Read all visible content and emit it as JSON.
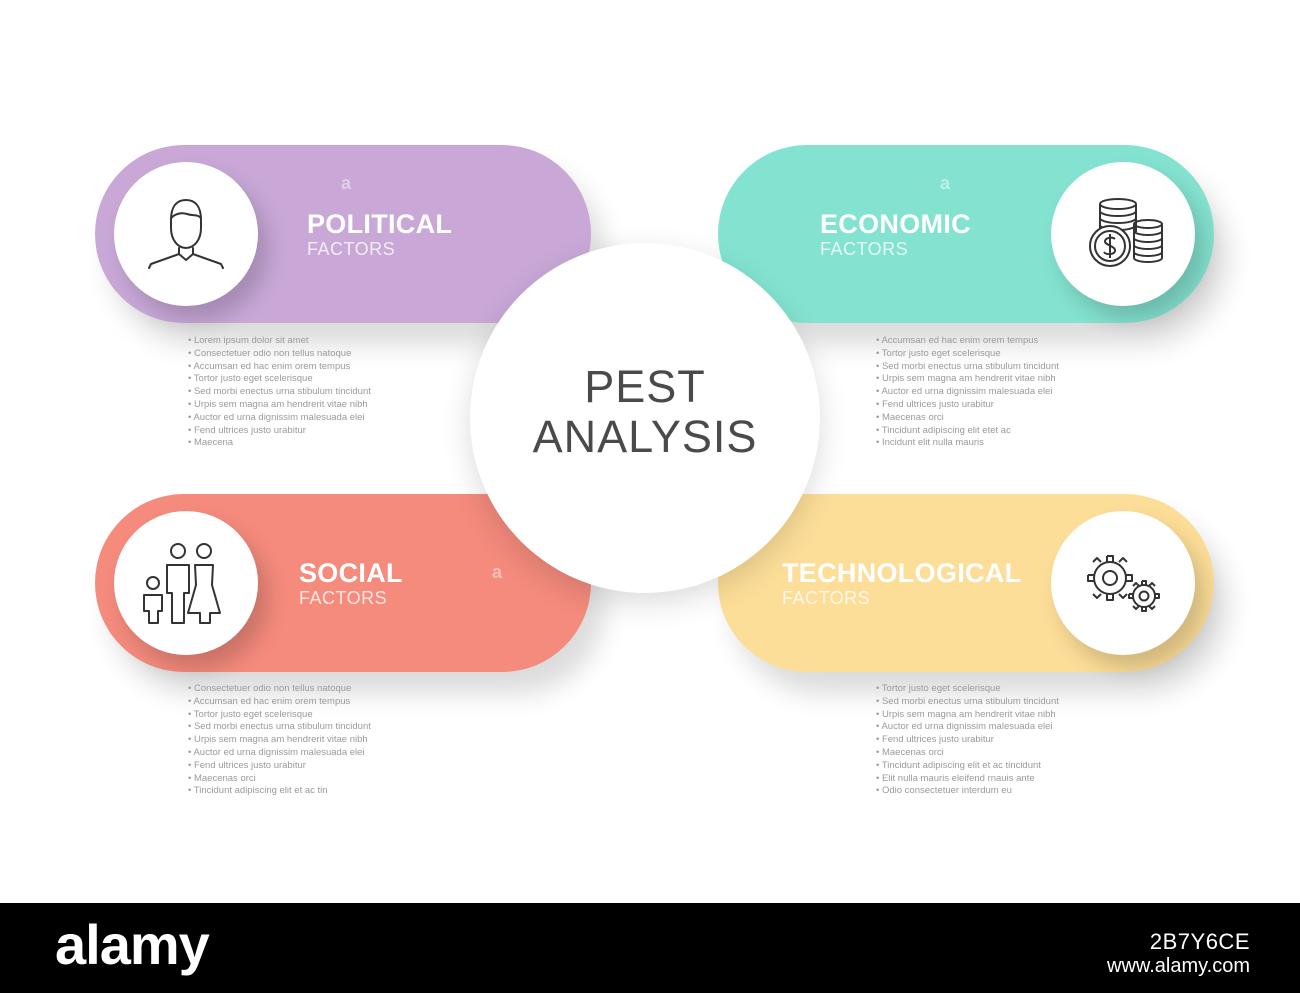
{
  "center": {
    "line1": "PEST",
    "line2": "ANALYSIS"
  },
  "colors": {
    "political": "#c9a8d8",
    "economic": "#84e3d0",
    "social": "#f58b7d",
    "technological": "#fdde98",
    "center_text": "#4a4a4a",
    "list_text": "#9a9a9a",
    "footer_background": "#000000"
  },
  "watermark_glyph": "a",
  "sections": {
    "political": {
      "title": "POLITICAL",
      "subtitle": "FACTORS",
      "icon": "person-icon",
      "items": [
        "Lorem ipsum dolor sit amet",
        "Consectetuer odio non tellus natoque",
        "Accumsan ed hac enim orem tempus",
        "Tortor justo eget scelerisque",
        "Sed morbi enectus urna stibulum tincidunt",
        "Urpis sem magna am hendrerit vitae nibh",
        "Auctor ed urna dignissim malesuada elei",
        "Fend ultrices justo urabitur",
        "Maecena"
      ]
    },
    "economic": {
      "title": "ECONOMIC",
      "subtitle": "FACTORS",
      "icon": "coins-icon",
      "items": [
        "Accumsan ed hac enim orem tempus",
        "Tortor justo eget scelerisque",
        "Sed morbi enectus urna stibulum tincidunt",
        "Urpis sem magna am hendrerit vitae nibh",
        "Auctor ed urna dignissim malesuada elei",
        "Fend ultrices justo urabitur",
        "Maecenas orci",
        "Tincidunt adipiscing elit etet ac",
        "Incidunt elit nulla mauris"
      ]
    },
    "social": {
      "title": "SOCIAL",
      "subtitle": "FACTORS",
      "icon": "family-icon",
      "items": [
        "Consectetuer odio non tellus natoque",
        "Accumsan ed hac enim orem tempus",
        "Tortor justo eget scelerisque",
        "Sed morbi enectus urna stibulum tincidunt",
        "Urpis sem magna am hendrerit vitae nibh",
        "Auctor ed urna dignissim malesuada elei",
        "Fend ultrices justo urabitur",
        "Maecenas orci",
        "Tincidunt adipiscing elit et ac tin"
      ]
    },
    "technological": {
      "title": "TECHNOLOGICAL",
      "subtitle": "FACTORS",
      "icon": "gears-icon",
      "items": [
        "Tortor justo eget scelerisque",
        "Sed morbi enectus urna stibulum tincidunt",
        "Urpis sem magna am hendrerit vitae nibh",
        "Auctor ed urna dignissim malesuada elei",
        "Fend ultrices justo urabitur",
        "Maecenas orci",
        "Tincidunt adipiscing elit et ac tincidunt",
        "Elit nulla mauris eleifend rnauis ante",
        "Odio consectetuer interdum eu"
      ]
    }
  },
  "footer": {
    "logo": "alamy",
    "image_id": "2B7Y6CE",
    "url": "www.alamy.com"
  }
}
